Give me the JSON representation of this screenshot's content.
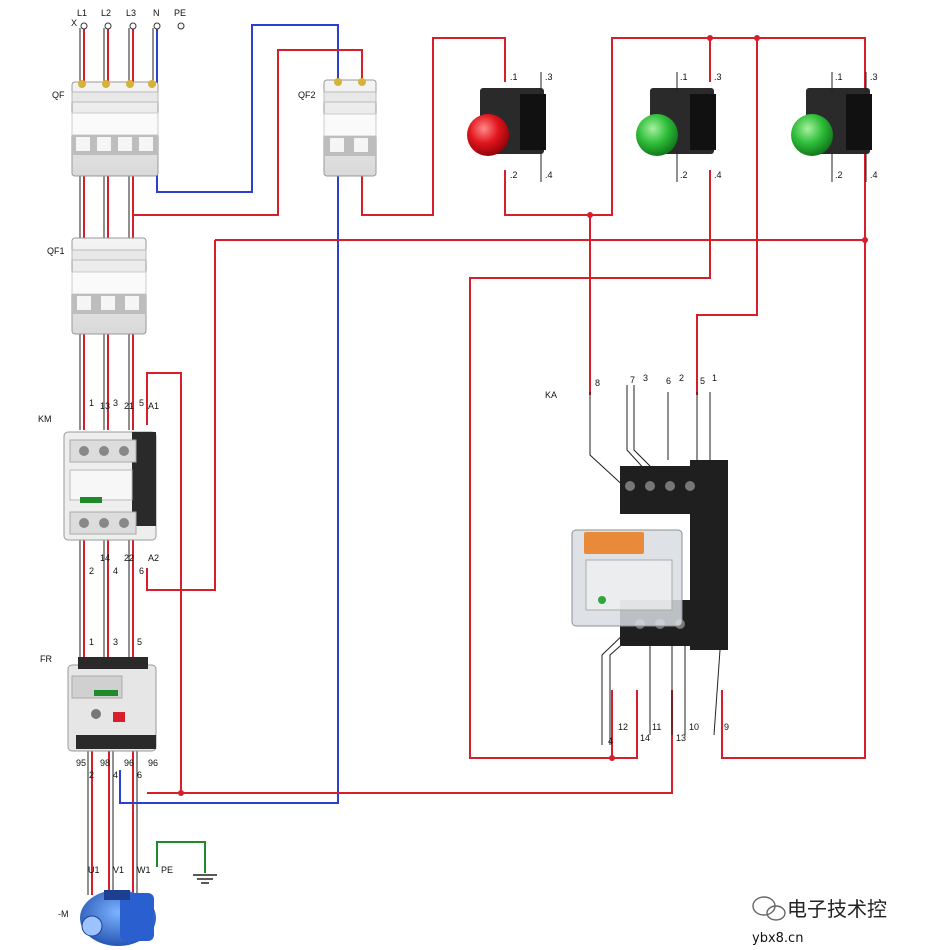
{
  "colors": {
    "red_wire": "#d81e2a",
    "blue_wire": "#2b3fd0",
    "green_wire": "#1f8a2a",
    "red_button": "#e0151c",
    "green_button": "#2fbf3a"
  },
  "supply": {
    "l1": "L1",
    "l2": "L2",
    "l3": "L3",
    "n": "N",
    "pe": "PE",
    "x": "X"
  },
  "devices": {
    "qf": "QF",
    "qf2": "QF2",
    "qf1": "QF1",
    "km": "KM",
    "fr": "FR",
    "ka": "KA",
    "motor": "-M",
    "pe_ground": "PE"
  },
  "km_terminals": {
    "t1": "1",
    "t13": "13",
    "t3": "3",
    "t21": "21",
    "t5": "5",
    "a1": "A1",
    "t2": "2",
    "t14": "14",
    "t4": "4",
    "t22": "22",
    "t6": "6",
    "a2": "A2"
  },
  "fr_terminals": {
    "t1": "1",
    "t3": "3",
    "t5": "5",
    "t95": "95",
    "t2": "2",
    "t98": "98",
    "t4": "4",
    "t96": "96",
    "t6": "6",
    "t96b": "96"
  },
  "motor_terminals": {
    "u1": "U1",
    "v1": "V1",
    "w1": "W1"
  },
  "button_terminals": {
    "t1": ".1",
    "t3": ".3",
    "t2": ".2",
    "t4": ".4"
  },
  "ka_top": {
    "t8": "8",
    "t7": "7",
    "t3": "3",
    "t6": "6",
    "t2": "2",
    "t5": "5",
    "t1": "1"
  },
  "ka_bottom": {
    "t4": "4",
    "t12": "12",
    "t14": "14",
    "t11": "11",
    "t13": "13",
    "t10": "10",
    "t9": "9"
  },
  "watermark": {
    "brand": "电子技术控",
    "url": "ybx8.cn"
  }
}
